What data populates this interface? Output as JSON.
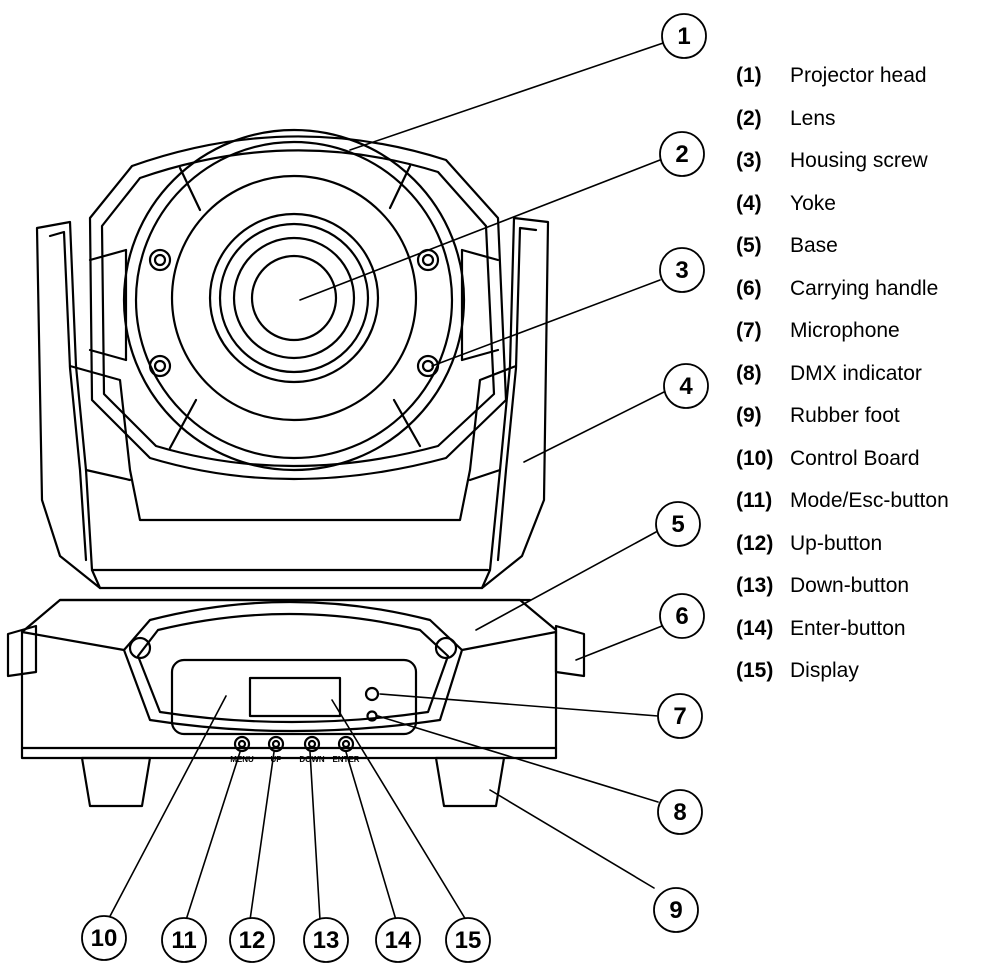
{
  "callouts": [
    {
      "num": "1"
    },
    {
      "num": "2"
    },
    {
      "num": "3"
    },
    {
      "num": "4"
    },
    {
      "num": "5"
    },
    {
      "num": "6"
    },
    {
      "num": "7"
    },
    {
      "num": "8"
    },
    {
      "num": "9"
    },
    {
      "num": "10"
    },
    {
      "num": "11"
    },
    {
      "num": "12"
    },
    {
      "num": "13"
    },
    {
      "num": "14"
    },
    {
      "num": "15"
    }
  ],
  "legend": [
    {
      "num": "(1)",
      "label": "Projector head"
    },
    {
      "num": "(2)",
      "label": "Lens"
    },
    {
      "num": "(3)",
      "label": "Housing screw"
    },
    {
      "num": "(4)",
      "label": "Yoke"
    },
    {
      "num": "(5)",
      "label": "Base"
    },
    {
      "num": "(6)",
      "label": "Carrying handle"
    },
    {
      "num": "(7)",
      "label": "Microphone"
    },
    {
      "num": "(8)",
      "label": "DMX indicator"
    },
    {
      "num": "(9)",
      "label": "Rubber foot"
    },
    {
      "num": "(10)",
      "label": "Control Board"
    },
    {
      "num": "(11)",
      "label": "Mode/Esc-button"
    },
    {
      "num": "(12)",
      "label": "Up-button"
    },
    {
      "num": "(13)",
      "label": "Down-button"
    },
    {
      "num": "(14)",
      "label": "Enter-button"
    },
    {
      "num": "(15)",
      "label": "Display"
    }
  ],
  "buttons": [
    {
      "label": "MENU"
    },
    {
      "label": "UP"
    },
    {
      "label": "DOWN"
    },
    {
      "label": "ENTER"
    }
  ]
}
